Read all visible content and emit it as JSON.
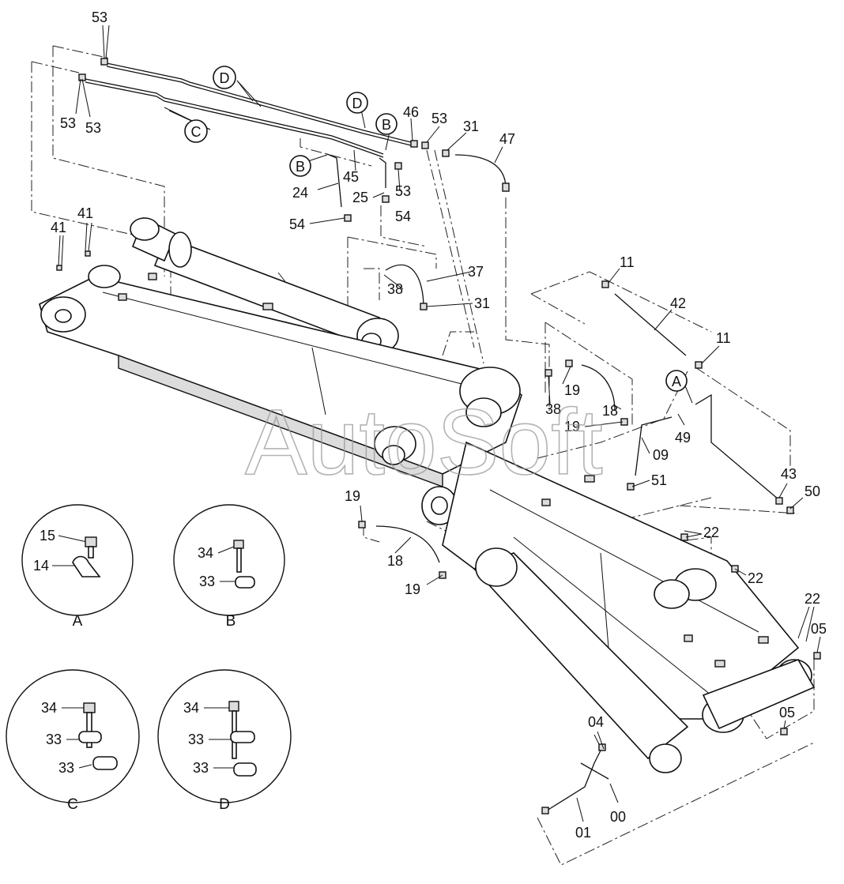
{
  "watermark": "AutoSoft",
  "callouts": {
    "c53a": "53",
    "c53b": "53",
    "c53c": "53",
    "c53d": "53",
    "c53e": "53",
    "c41a": "41",
    "c41b": "41",
    "c46": "46",
    "c31a": "31",
    "c31b": "31",
    "c47": "47",
    "c24": "24",
    "c45": "45",
    "c25": "25",
    "c54a": "54",
    "c54b": "54",
    "c37": "37",
    "c38a": "38",
    "c38b": "38",
    "c11a": "11",
    "c11b": "11",
    "c42": "42",
    "c19a": "19",
    "c19b": "19",
    "c19c": "19",
    "c19d": "19",
    "c18a": "18",
    "c18b": "18",
    "c49": "49",
    "c09": "09",
    "c51": "51",
    "c43": "43",
    "c50": "50",
    "c22a": "22",
    "c22b": "22",
    "c22c": "22",
    "c05a": "05",
    "c05b": "05",
    "c04": "04",
    "c00": "00",
    "c01": "01"
  },
  "view_refs": {
    "A": "A",
    "B": "B",
    "C": "C",
    "D": "D"
  },
  "details": {
    "A": {
      "caption": "A",
      "labels": [
        "15",
        "14"
      ]
    },
    "B": {
      "caption": "B",
      "labels": [
        "34",
        "33"
      ]
    },
    "C": {
      "caption": "C",
      "labels": [
        "34",
        "33",
        "33"
      ]
    },
    "D": {
      "caption": "D",
      "labels": [
        "34",
        "33",
        "33"
      ]
    }
  }
}
